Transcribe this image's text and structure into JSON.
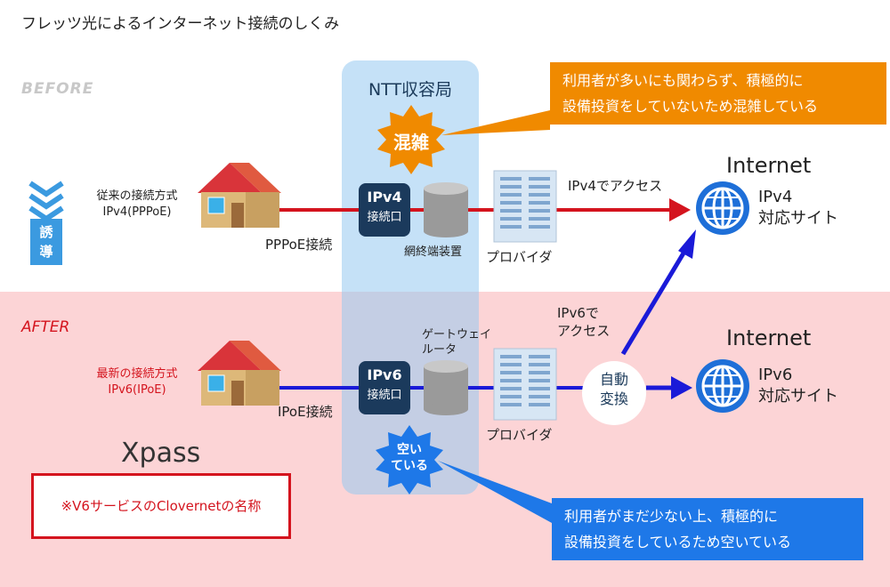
{
  "title": "フレッツ光によるインターネット接続のしくみ",
  "labels": {
    "before": "BEFORE",
    "after": "AFTER"
  },
  "ntt": {
    "title": "NTT収容局"
  },
  "callouts": {
    "before_line1": "利用者が多いにも関わらず、積極的に",
    "before_line2": "設備投資をしていないため混雑している",
    "after_line1": "利用者がまだ少ない上、積極的に",
    "after_line2": "設備投資をしているため空いている"
  },
  "bursts": {
    "congested": "混雑",
    "free_line1": "空い",
    "free_line2": "ている"
  },
  "before": {
    "method_line1": "従来の接続方式",
    "method_line2": "IPv4(PPPoE)",
    "connection": "PPPoE接続",
    "port_top": "IPv4",
    "port_bottom": "接続口",
    "device": "網終端装置",
    "provider": "プロバイダ",
    "access": "IPv4でアクセス",
    "internet": "Internet",
    "site_line1": "IPv4",
    "site_line2": "対応サイト"
  },
  "after": {
    "method_line1": "最新の接続方式",
    "method_line2": "IPv6(IPoE)",
    "connection": "IPoE接続",
    "port_top": "IPv6",
    "port_bottom": "接続口",
    "device_line1": "ゲートウェイ",
    "device_line2": "ルータ",
    "provider": "プロバイダ",
    "access_line1": "IPv6で",
    "access_line2": "アクセス",
    "convert_line1": "自動",
    "convert_line2": "変換",
    "internet": "Internet",
    "site_line1": "IPv6",
    "site_line2": "対応サイト"
  },
  "guide": {
    "line1": "誘",
    "line2": "導"
  },
  "xpass": {
    "name": "Xpass",
    "note": "※V6サービスのClovernetの名称"
  },
  "colors": {
    "before_line": "#d4141e",
    "after_line": "#1a1ad8",
    "port": "#1b3a5c",
    "orange_callout": "#f08a00",
    "blue_callout": "#1e78e8",
    "after_background": "#fcd4d6",
    "ntt_column": "#96c8f0"
  },
  "icons": {
    "house": "house-icon",
    "server": "server-icon",
    "building": "building-icon",
    "globe": "globe-icon",
    "guide": "chevron-down-icon"
  }
}
